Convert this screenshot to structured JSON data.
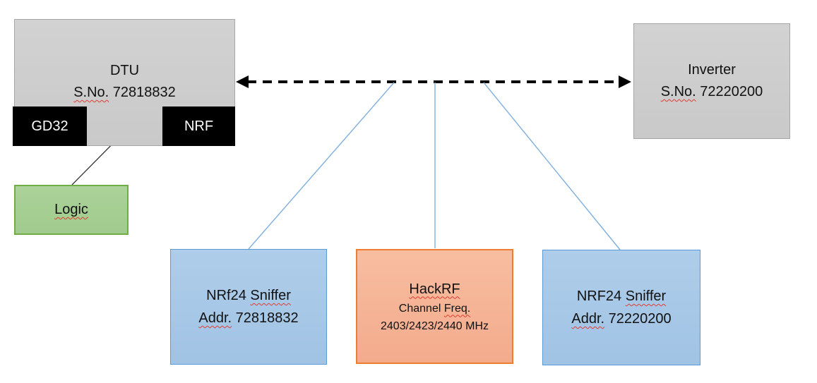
{
  "palette": {
    "gray_fill": "#cecece",
    "gray_border": "#a7a7a7",
    "black_fill": "#000000",
    "green_fill": "#a6cf94",
    "green_border": "#70ad47",
    "blue_fill": "#a8c7e7",
    "blue_border": "#5b9bd5",
    "orange_fill": "#f5b295",
    "orange_border": "#ed7d31",
    "connector_blue": "#7fafdd",
    "arrow_black": "#000000",
    "squiggle_red": "#e03c31",
    "text_color": "#111111"
  },
  "nodes": {
    "dtu": {
      "title": "DTU",
      "serial_label": "S.No.",
      "serial_number": "72818832"
    },
    "gd32": {
      "label": "GD32"
    },
    "nrf": {
      "label": "NRF"
    },
    "logic": {
      "label": "Logic"
    },
    "inverter": {
      "title": "Inverter",
      "serial_label": "S.No.",
      "serial_number": "72220200"
    },
    "sniffer_left": {
      "name": "NRf24",
      "role": "Sniffer",
      "addr_label": "Addr.",
      "addr_number": "72818832"
    },
    "hackrf": {
      "title": "HackRF",
      "channel_word": "Channel",
      "freq_word": "Freq.",
      "freq_values": "2403/2423/2440 MHz"
    },
    "sniffer_right": {
      "name": "NRF24",
      "role": "Sniffer",
      "addr_label": "Addr.",
      "addr_number": "72220200"
    }
  }
}
